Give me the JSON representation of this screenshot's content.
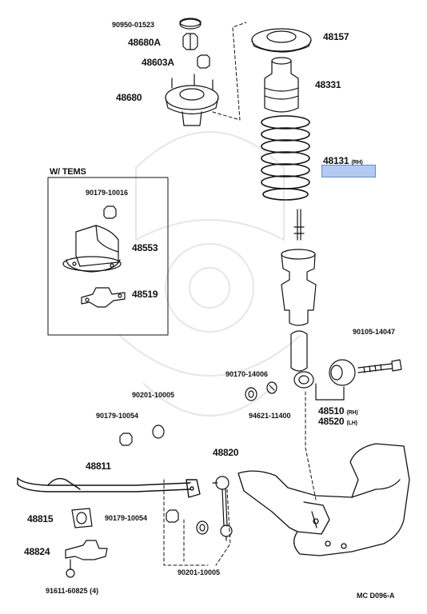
{
  "diagram": {
    "section_title": "W/ TEMS",
    "footer_code": "MC  D096-A",
    "parts": {
      "p90950_01523": "90950-01523",
      "p48680A": "48680A",
      "p48603A": "48603A",
      "p48680": "48680",
      "p48157": "48157",
      "p48331": "48331",
      "p48131": "48131",
      "p48131_side": "(RH)",
      "p90179_10016": "90179-10016",
      "p48553": "48553",
      "p48519": "48519",
      "p90105_14047": "90105-14047",
      "p90170_14006": "90170-14006",
      "p94621_11400": "94621-11400",
      "p48510": "48510",
      "p48510_side": "(RH)",
      "p48520": "48520",
      "p48520_side": "(LH)",
      "p90201_10005_top": "90201-10005",
      "p90179_10054_top": "90179-10054",
      "p48820": "48820",
      "p48811": "48811",
      "p48815": "48815",
      "p90179_10054_mid": "90179-10054",
      "p48824": "48824",
      "p91611_60825": "91611-60825",
      "p91611_qty": "(4)",
      "p90201_10005_bot": "90201-10005"
    },
    "highlight": {
      "part": "48131",
      "color": "#a7c3ef"
    }
  }
}
